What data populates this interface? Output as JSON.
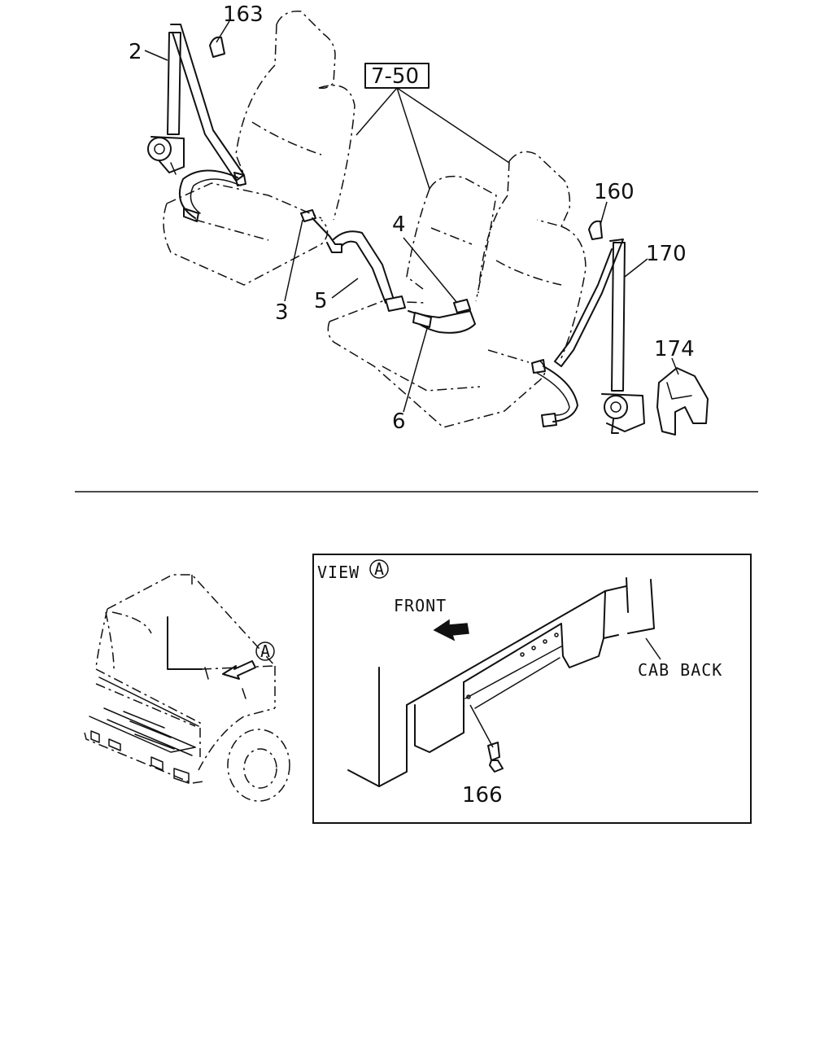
{
  "labels": {
    "p163": "163",
    "p2": "2",
    "ref": "7-50",
    "p160": "160",
    "p170": "170",
    "p4": "4",
    "p5": "5",
    "p3": "3",
    "p174": "174",
    "p6": "6",
    "p166": "166"
  },
  "view": {
    "title": "VIEW",
    "marker": "A",
    "front": "FRONT",
    "cab_back": "CAB BACK"
  },
  "cab_marker": "A"
}
